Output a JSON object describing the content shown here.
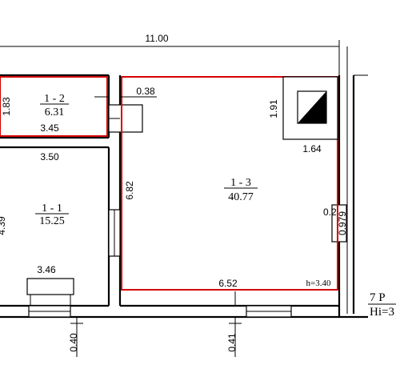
{
  "dimensions": {
    "overall_width": "11.00",
    "room_1_2_height": "1.83",
    "room_1_2_width": "3.45",
    "wall_gap": "0.38",
    "room_1_1_width": "3.50",
    "room_1_1_height_partial": "4.39",
    "room_1_3_height": "6.82",
    "niche_height": "1.91",
    "niche_width": "1.64",
    "side_small": "0.2",
    "side_tall": "0.979",
    "door_width": "3.46",
    "room_1_3_width": "6.52",
    "ceiling_height": "h=3.40",
    "bottom_left_offset": "0.40",
    "bottom_mid_offset": "0.41"
  },
  "rooms": {
    "r12": {
      "id": "1 - 2",
      "area": "6.31"
    },
    "r11": {
      "id": "1 - 1",
      "area": "15.25"
    },
    "r13": {
      "id": "1 - 3",
      "area": "40.77"
    }
  },
  "edge_text": {
    "floor_label": "7 P",
    "hi_label": "Hi=3"
  },
  "colors": {
    "outline_red": "#d40000",
    "line": "#000000"
  }
}
